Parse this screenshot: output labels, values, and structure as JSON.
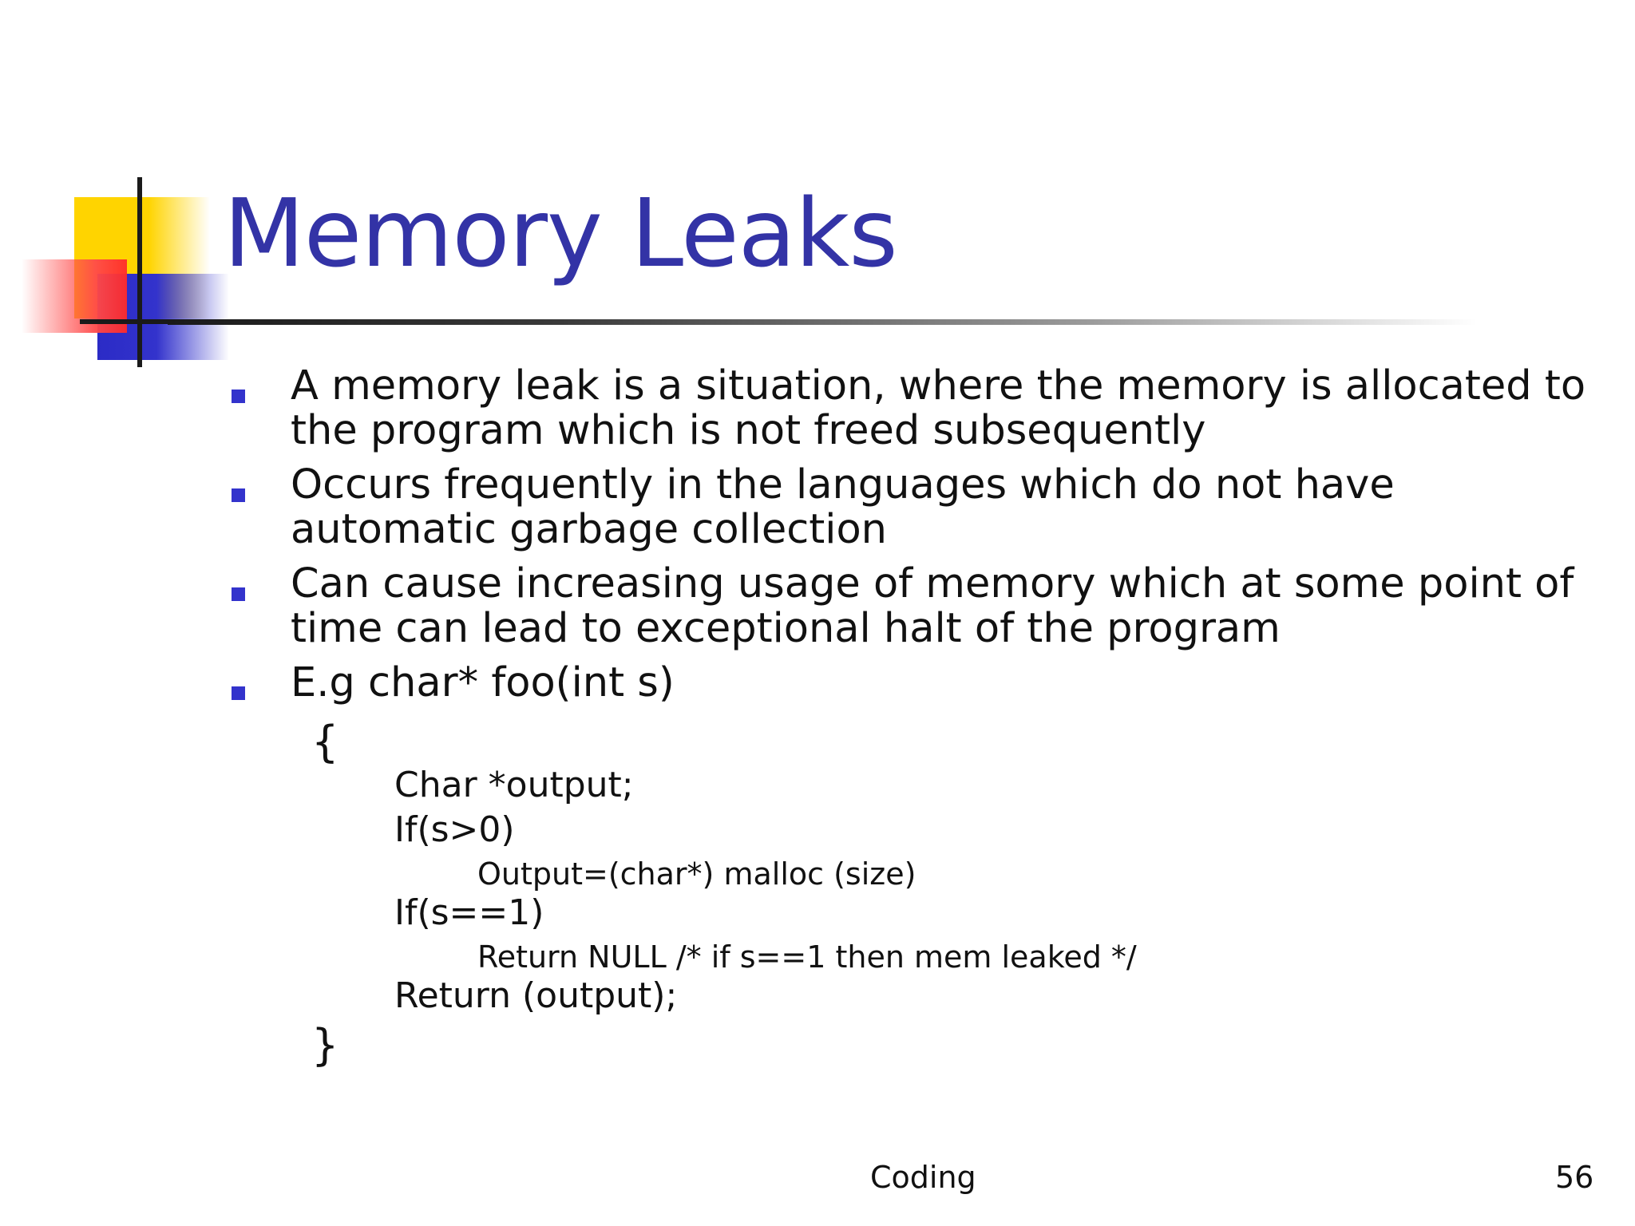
{
  "slide": {
    "title": "Memory Leaks",
    "bullets": [
      "A memory leak is a situation, where the memory is allocated to the program which is not freed subsequently",
      "Occurs frequently  in the languages which do not have automatic garbage collection",
      "Can cause increasing usage of memory which at some point of time can lead to exceptional halt of the program",
      "E.g  char* foo(int s)"
    ],
    "code": {
      "open_brace": "{",
      "line1": "Char *output;",
      "line2": "If(s>0)",
      "line3": "Output=(char*) malloc (size)",
      "line4": "If(s==1)",
      "line5": "Return NULL /* if s==1 then mem leaked */",
      "line6": "Return (output);",
      "close_brace": "}"
    },
    "footer": {
      "center_text": "Coding",
      "page_number": "56"
    }
  },
  "colors": {
    "title": "#3333a6",
    "bullet_marker": "#3333cc",
    "accent_yellow": "#ffd400",
    "accent_red": "#ff4a4a",
    "accent_blue": "#3333cc"
  }
}
